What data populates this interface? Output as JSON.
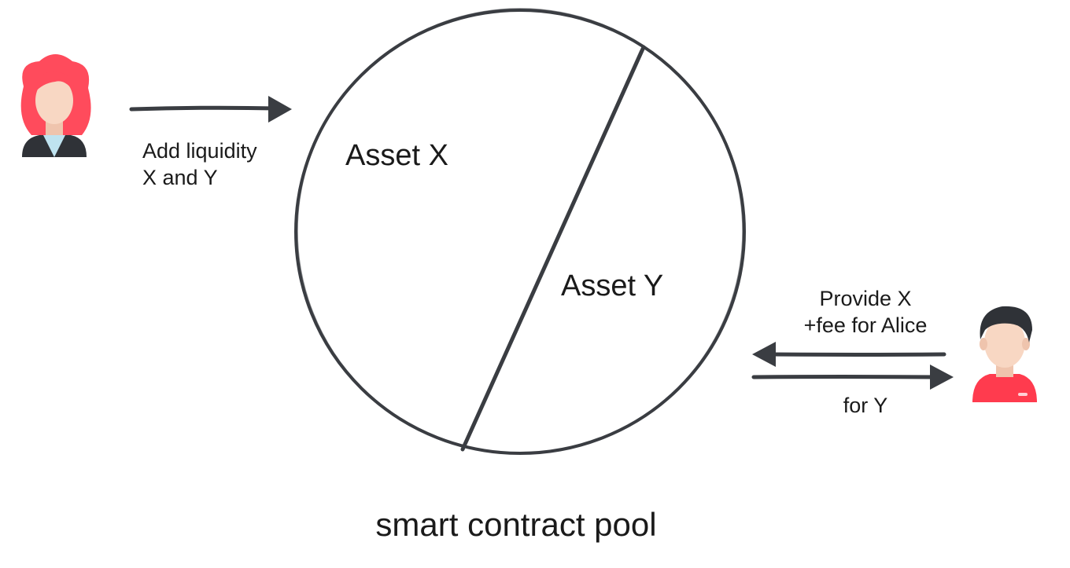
{
  "left_arrow_label": {
    "line1": "Add liquidity",
    "line2": "X and Y"
  },
  "pool": {
    "asset_x": "Asset X",
    "asset_y": "Asset Y",
    "caption": "smart contract pool"
  },
  "right_arrow_label_top": {
    "line1": "Provide X",
    "line2": "+fee for Alice"
  },
  "right_arrow_label_bottom": "for Y",
  "colors": {
    "stroke": "#3a3d42",
    "female_hair": "#ff4b5c",
    "male_shirt": "#ff3b4e",
    "skin": "#f8d7c3",
    "male_hair": "#2f3237"
  },
  "icons": {
    "liquidity_provider": "woman-avatar-icon",
    "trader": "man-avatar-icon"
  }
}
